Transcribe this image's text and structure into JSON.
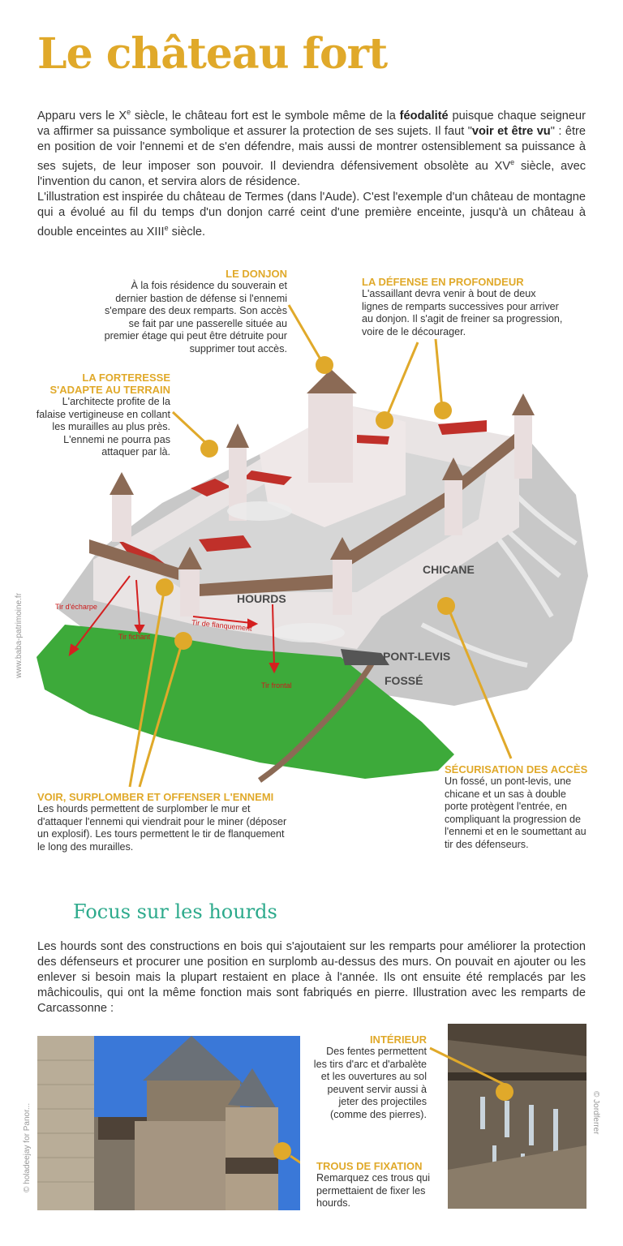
{
  "title": "Le château fort",
  "intro": {
    "p1": "Apparu vers le X",
    "p1_sup": "e",
    "p1b": " siècle, le château fort est le symbole même de la ",
    "p1_bold": "féodalité",
    "p1c": " puisque chaque seigneur va affirmer sa puissance symbolique et assurer la protection de ses sujets. Il faut \"",
    "p1_bold2": "voir et être vu",
    "p1d": "\" : être en position de voir l'ennemi et de s'en défendre, mais aussi de montrer ostensiblement sa puissance à ses sujets, de leur imposer son pouvoir. Il deviendra défensivement obsolète au XV",
    "p1_sup2": "e",
    "p1e": " siècle, avec l'invention du canon, et servira alors de résidence.",
    "p2": "L'illustration est inspirée du château de Termes (dans l'Aude). C'est l'exemple d'un château de montagne qui a évolué au fil du temps d'un donjon carré ceint d'une première enceinte, jusqu'à un château à double enceintes au XIII",
    "p2_sup": "e",
    "p2b": " siècle."
  },
  "annotations": {
    "donjon": {
      "title": "LE DONJON",
      "body": "À la fois résidence du souverain et dernier bastion de défense si l'ennemi s'empare des deux remparts. Son accès se fait par une passerelle située au premier étage qui peut être détruite pour supprimer tout accès."
    },
    "defense": {
      "title": "LA DÉFENSE EN PROFONDEUR",
      "body": "L'assaillant devra venir à bout de deux lignes de remparts successives pour arriver au donjon. Il s'agit de freiner sa progression, voire de le décourager."
    },
    "forteresse": {
      "title": "LA FORTERESSE S'ADAPTE AU TERRAIN",
      "body": "L'architecte profite de la falaise vertigineuse en collant les murailles au plus près. L'ennemi ne pourra pas attaquer par là."
    },
    "voir": {
      "title": "VOIR, SURPLOMBER ET OFFENSER L'ENNEMI",
      "body": "Les hourds permettent de surplomber le mur et d'attaquer l'ennemi qui viendrait pour le miner (déposer un explosif). Les tours permettent le tir de flanquement le long des murailles."
    },
    "securisation": {
      "title": "SÉCURISATION DES ACCÈS",
      "body": "Un fossé, un pont-levis, une chicane et un sas à double porte protègent l'entrée, en compliquant la progression de l'ennemi et en le soumettant au tir des défenseurs."
    }
  },
  "diagram": {
    "chicane": "CHICANE",
    "hourds": "HOURDS",
    "pontlevis": "PONT-LEVIS",
    "fosse": "FOSSÉ",
    "tir_echarpe": "Tir d'écharpe",
    "tir_fichant": "Tir fichant",
    "tir_flanquement": "Tir de flanquement",
    "tir_frontal": "Tir frontal"
  },
  "credits": {
    "site": "www.baba-patrimoine.fr",
    "photo1": "© holadeejay for Panor...",
    "photo2": "© Jordferrer"
  },
  "focus": {
    "title": "Focus sur les hourds",
    "body": "Les hourds sont des constructions en bois qui s'ajoutaient sur les remparts pour améliorer la protection des défenseurs et procurer une position en surplomb au-dessus des murs. On pouvait en ajouter ou les enlever si besoin mais la plupart restaient en place à l'année. Ils ont ensuite été remplacés par les mâchicoulis, qui ont la même fonction mais sont fabriqués en pierre. Illustration avec les remparts de Carcassonne :"
  },
  "photo_notes": {
    "interieur": {
      "title": "INTÉRIEUR",
      "body": "Des fentes permettent les tirs d'arc et d'arbalète et les ouvertures au sol peuvent servir aussi à jeter des projectiles (comme des pierres)."
    },
    "trous": {
      "title": "TROUS DE FIXATION",
      "body": "Remarquez ces trous qui permettaient de fixer les hourds."
    }
  },
  "colors": {
    "accent": "#e0a92a",
    "teal": "#2daa8c",
    "grass": "#3daa3a",
    "rock": "#c9c9c9",
    "roof": "#c0302a",
    "wood": "#8b6a55"
  }
}
